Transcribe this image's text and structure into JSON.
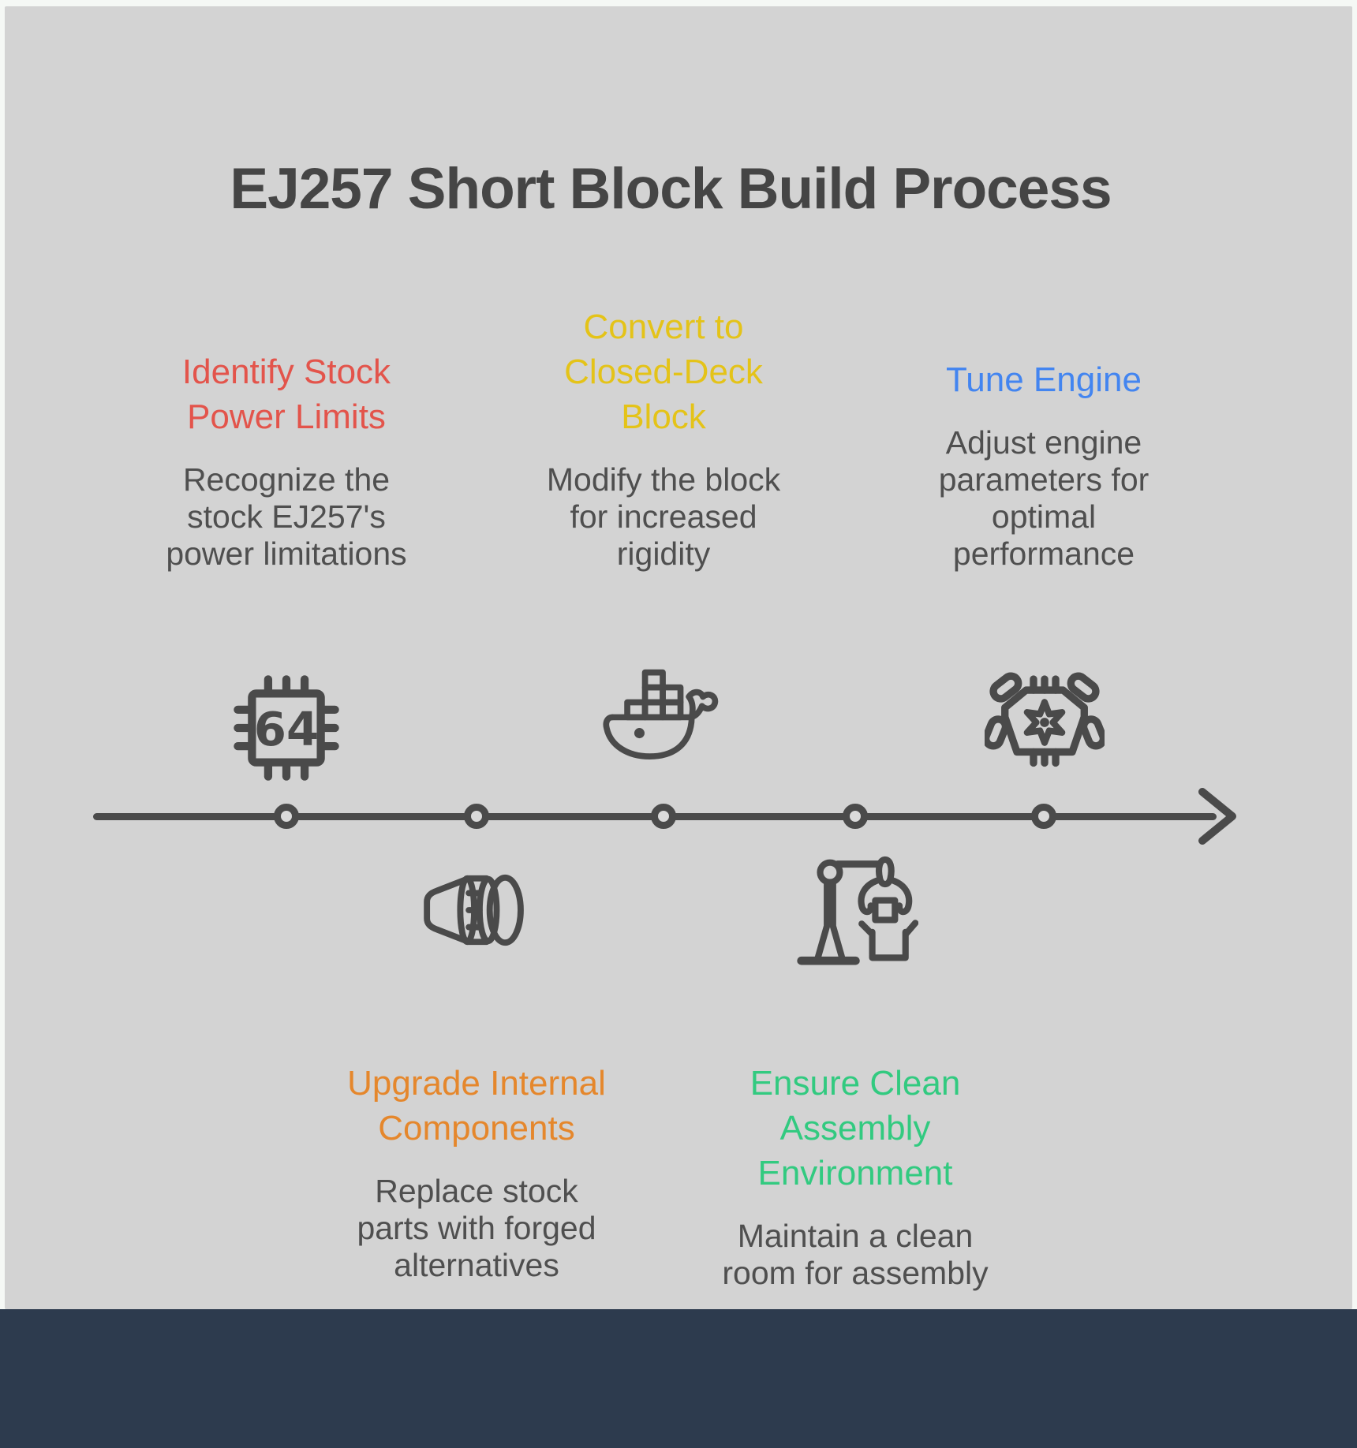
{
  "title": "EJ257 Short Block Build Process",
  "colors": {
    "canvas_background": "#d3d3d3",
    "page_margin": "#f5f8f5",
    "footer_bar": "#2d3b4e",
    "line_art": "#4a4a4a",
    "title_text": "#454545",
    "body_text": "#4f4f4f"
  },
  "steps": [
    {
      "order": 1,
      "position": "above-line",
      "color": "#e3544b",
      "title": "Identify Stock\nPower Limits",
      "description": "Recognize the\nstock EJ257's\npower limitations",
      "icon": "chip-64-icon",
      "icon_label": "64"
    },
    {
      "order": 2,
      "position": "below-line",
      "color": "#e5872c",
      "title": "Upgrade Internal\nComponents",
      "description": "Replace stock\nparts with forged\nalternatives",
      "icon": "camera-lens-icon"
    },
    {
      "order": 3,
      "position": "above-line",
      "color": "#e4c318",
      "title": "Convert to\nClosed-Deck\nBlock",
      "description": "Modify the block\nfor increased\nrigidity",
      "icon": "docker-whale-icon"
    },
    {
      "order": 4,
      "position": "below-line",
      "color": "#32ca80",
      "title": "Ensure Clean\nAssembly\nEnvironment",
      "description": "Maintain a clean\nroom for assembly",
      "icon": "robot-arm-icon"
    },
    {
      "order": 5,
      "position": "above-line",
      "color": "#4385f0",
      "title": "Tune Engine",
      "description": "Adjust engine\nparameters for\noptimal\nperformance",
      "icon": "engine-icon"
    }
  ],
  "timeline": {
    "node_count": 5,
    "direction": "left-to-right-arrow"
  }
}
